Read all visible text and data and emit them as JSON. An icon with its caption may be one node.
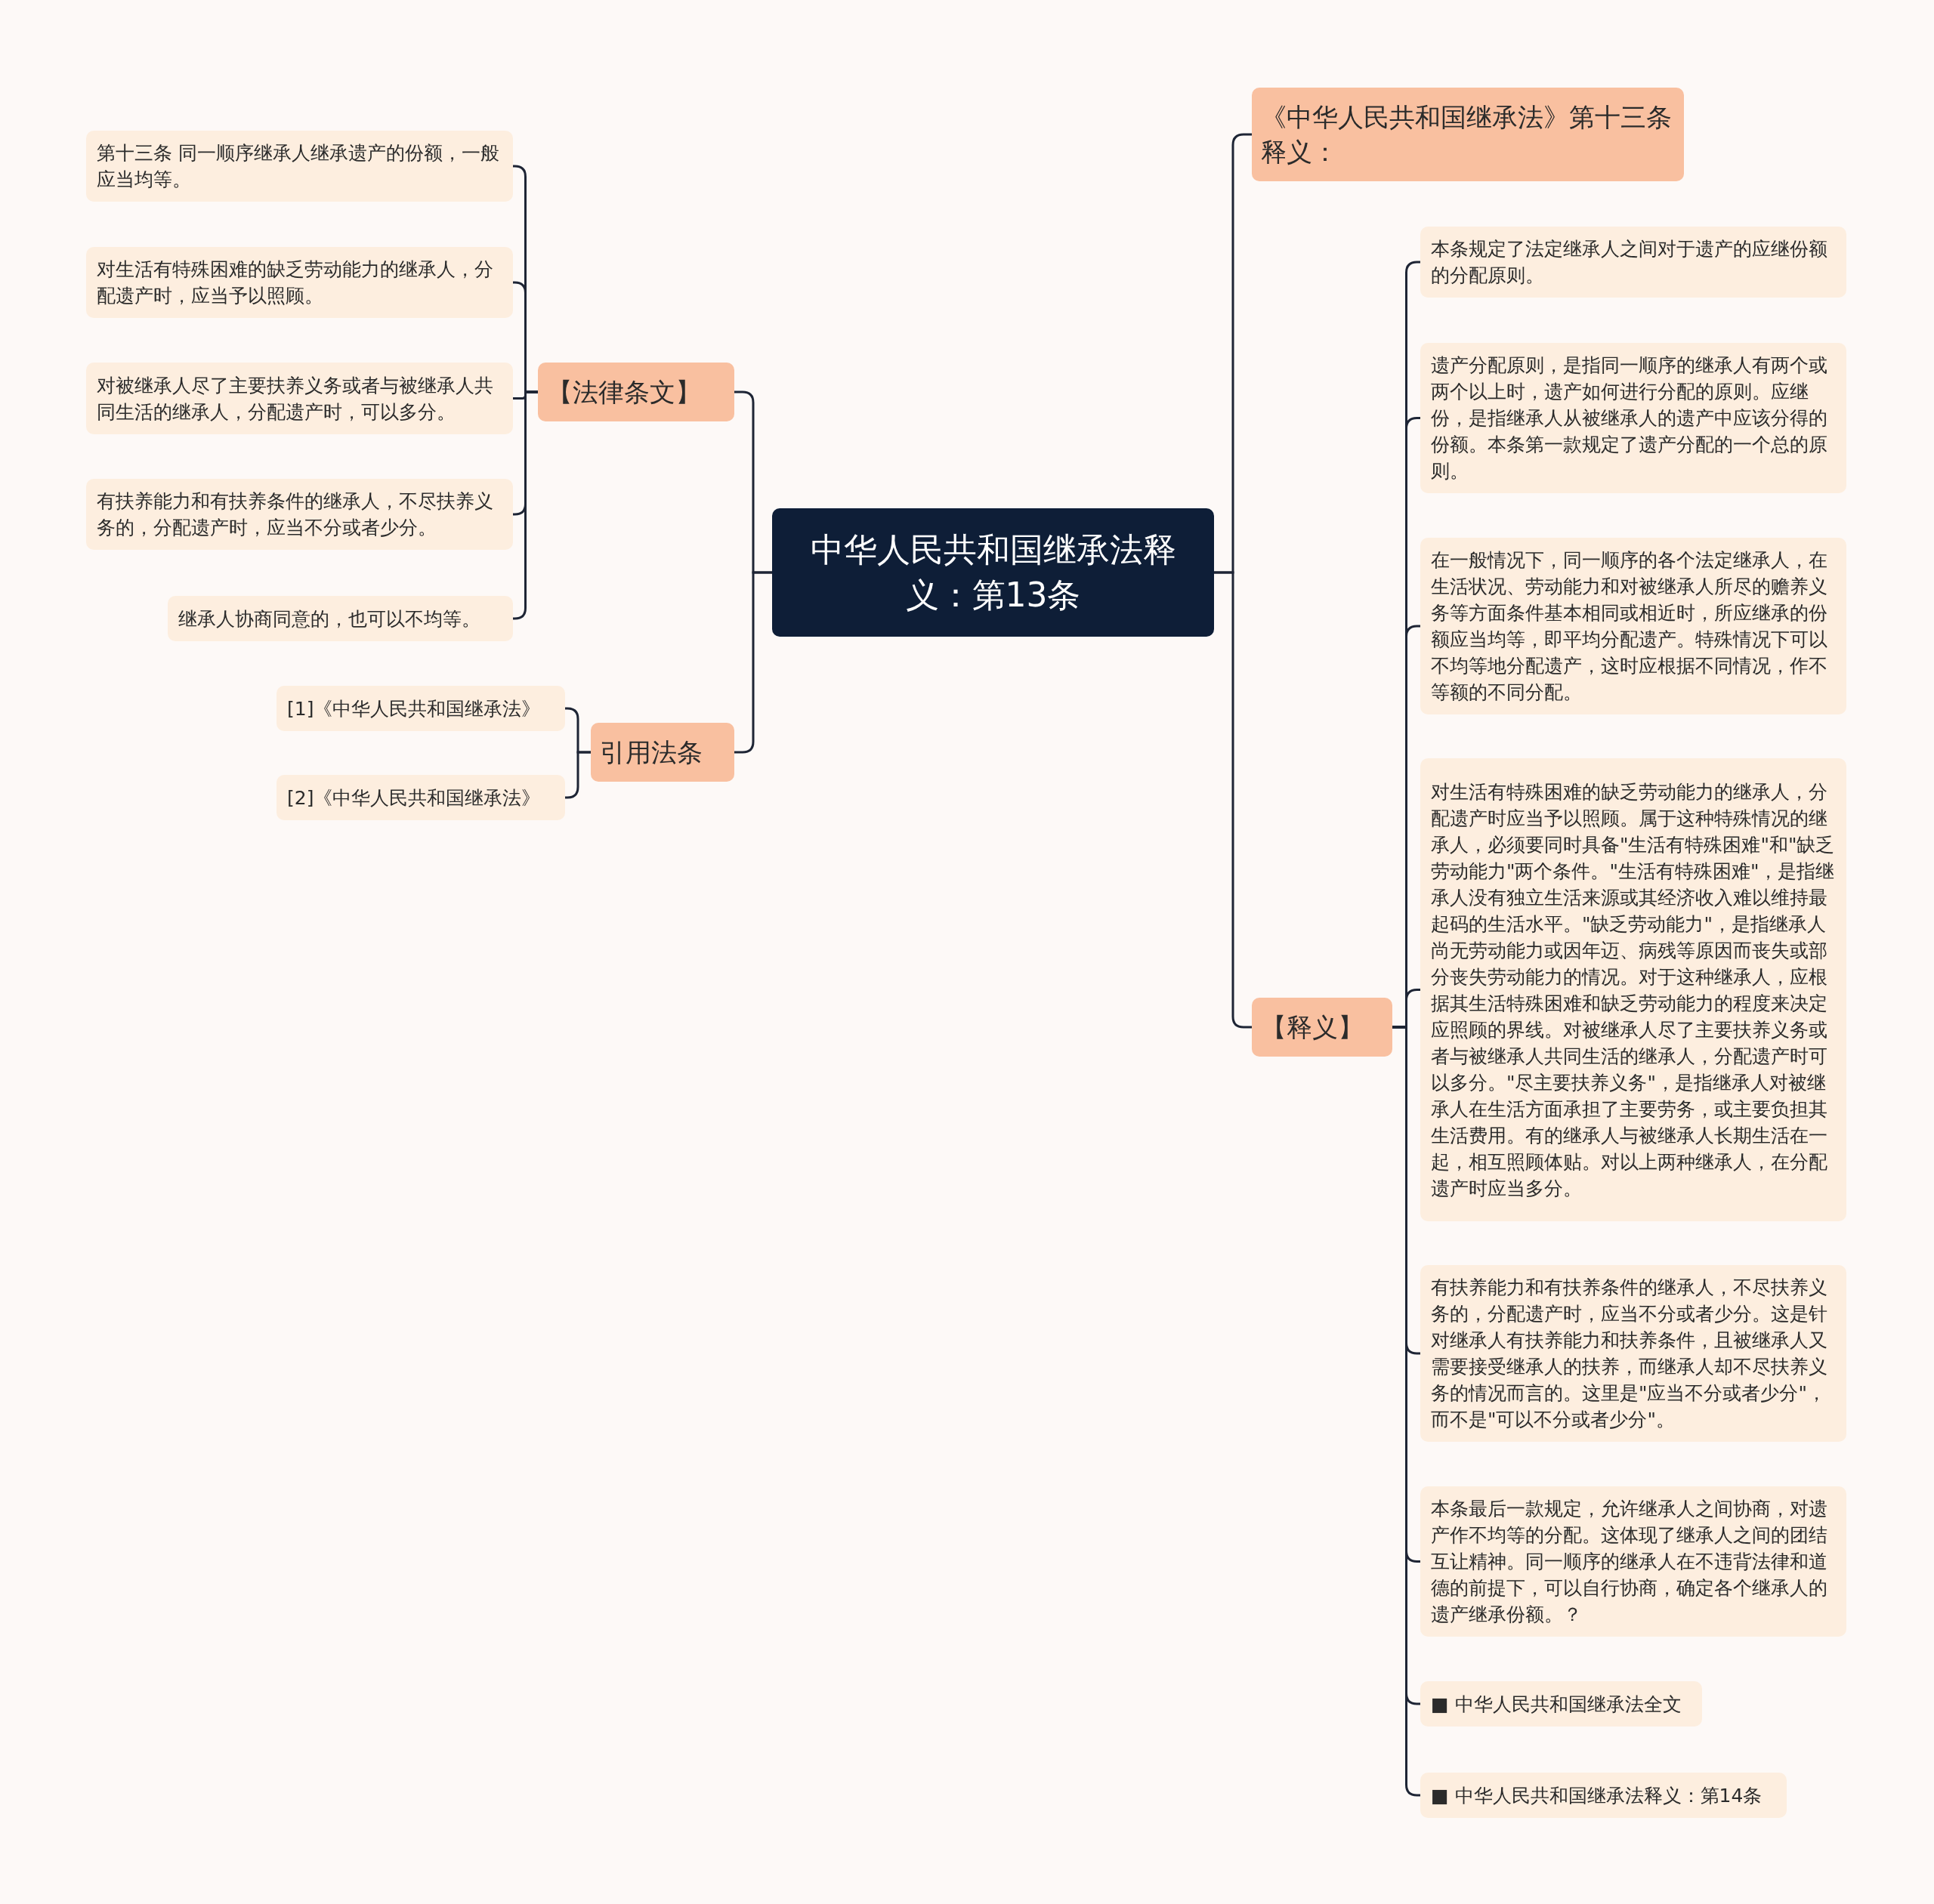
{
  "diagram": {
    "nodes": [
      {
        "text": [
          "中华人民共和国继承法释义：第13条"
        ]
      },
      {
        "text": [
          "【法律条文】"
        ]
      },
      {
        "text": [
          "第十三条 同一顺序继承人继承遗产的份额，一般应当均等。"
        ]
      },
      {
        "text": [
          "对生活有特殊困难的缺乏劳动能力的继承人，分配遗产时，应当予以照顾。"
        ]
      },
      {
        "text": [
          "对被继承人尽了主要扶养义务或者与被继承人共同生活的继承人，分配遗产时，可以多分。"
        ]
      },
      {
        "text": [
          "有扶养能力和有扶养条件的继承人，不尽扶养义务的，分配遗产时，应当不分或者少分。"
        ]
      },
      {
        "text": [
          "继承人协商同意的，也可以不均等。"
        ]
      },
      {
        "text": [
          "引用法条"
        ]
      },
      {
        "text": [
          "[1]《中华人民共和国继承法》"
        ]
      },
      {
        "text": [
          "[2]《中华人民共和国继承法》"
        ]
      },
      {
        "text": [
          "《中华人民共和国继承法》第十三条释义："
        ]
      },
      {
        "text": [
          "【释义】"
        ]
      },
      {
        "text": [
          "本条规定了法定继承人之间对于遗产的应继份额的分配原则。"
        ]
      },
      {
        "text": [
          "遗产分配原则，是指同一顺序的继承人有两个或两个以上时，遗产如何进行分配的原则。应继份，是指继承人从被继承人的遗产中应该分得的份额。本条第一款规定了遗产分配的一个总的原则。"
        ]
      },
      {
        "text": [
          "在一般情况下，同一顺序的各个法定继承人，在生活状况、劳动能力和对被继承人所尽的赡养义务等方面条件基本相同或相近时，所应继承的份额应当均等，即平均分配遗产。特殊情况下可以不均等地分配遗产，这时应根据不同情况，作不等额的不同分配。"
        ]
      },
      {
        "text": [
          "对生活有特殊困难的缺乏劳动能力的继承人，分配遗产时应当予以照顾。属于这种特殊情况的继承人，必须要同时具备\"生活有特殊困难\"和\"缺乏劳动能力\"两个条件。\"生活有特殊困难\"，是指继承人没有独立生活来源或其经济收入难以维持最起码的生活水平。\"缺乏劳动能力\"，是指继承人尚无劳动能力或因年迈、病残等原因而丧失或部分丧失劳动能力的情况。对于这种继承人，应根据其生活特殊困难和缺乏劳动能力的程度来决定应照顾的界线。对被继承人尽了主要扶养义务或者与被继承人共同生活的继承人，分配遗产时可以多分。\"尽主要扶养义务\"，是指继承人对被继承人在生活方面承担了主要劳务，或主要负担其生活费用。有的继承人与被继承人长期生活在一起，相互照顾体贴。对以上两种继承人，在分配遗产时应当多分。"
        ]
      },
      {
        "text": [
          "有扶养能力和有扶养条件的继承人，不尽扶养义务的，分配遗产时，应当不分或者少分。这是针对继承人有扶养能力和扶养条件，且被继承人又需要接受继承人的扶养，而继承人却不尽扶养义务的情况而言的。这里是\"应当不分或者少分\"，而不是\"可以不分或者少分\"。"
        ]
      },
      {
        "text": [
          "本条最后一款规定，允许继承人之间协商，对遗产作不均等的分配。这体现了继承人之间的团结互让精神。同一顺序的继承人在不违背法律和道德的前提下，可以自行协商，确定各个继承人的遗产继承份额。？"
        ]
      },
      {
        "text": [
          "■ 中华人民共和国继承法全文"
        ]
      },
      {
        "text": [
          "■ 中华人民共和国继承法释义：第14条"
        ]
      }
    ],
    "edges": [
      {
        "from": 0,
        "to": 1,
        "arrow": "none"
      },
      {
        "from": 1,
        "to": 2,
        "arrow": "none"
      },
      {
        "from": 1,
        "to": 3,
        "arrow": "none"
      },
      {
        "from": 1,
        "to": 4,
        "arrow": "none"
      },
      {
        "from": 1,
        "to": 5,
        "arrow": "none"
      },
      {
        "from": 1,
        "to": 6,
        "arrow": "none"
      },
      {
        "from": 0,
        "to": 7,
        "arrow": "none"
      },
      {
        "from": 7,
        "to": 8,
        "arrow": "none"
      },
      {
        "from": 7,
        "to": 9,
        "arrow": "none"
      },
      {
        "from": 0,
        "to": 10,
        "arrow": "none"
      },
      {
        "from": 0,
        "to": 11,
        "arrow": "none"
      },
      {
        "from": 11,
        "to": 12,
        "arrow": "none"
      },
      {
        "from": 11,
        "to": 13,
        "arrow": "none"
      },
      {
        "from": 11,
        "to": 14,
        "arrow": "none"
      },
      {
        "from": 11,
        "to": 15,
        "arrow": "none"
      },
      {
        "from": 11,
        "to": 16,
        "arrow": "none"
      },
      {
        "from": 11,
        "to": 17,
        "arrow": "none"
      },
      {
        "from": 11,
        "to": 18,
        "arrow": "none"
      },
      {
        "from": 11,
        "to": 19,
        "arrow": "none"
      }
    ]
  }
}
